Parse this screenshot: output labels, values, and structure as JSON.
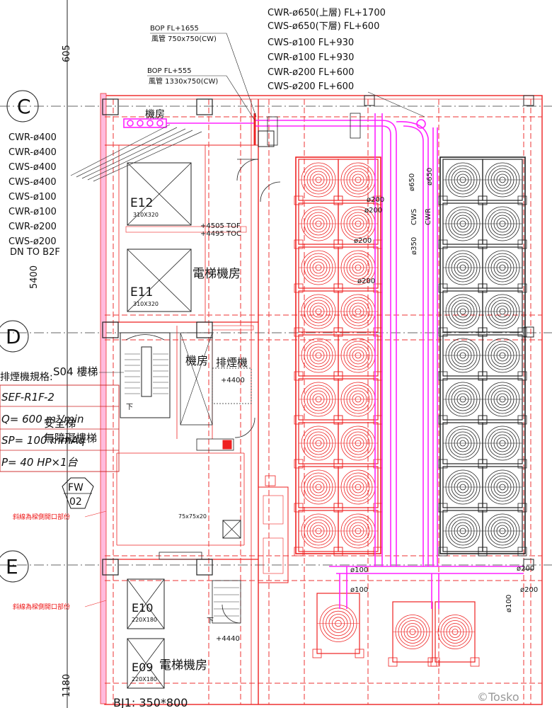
{
  "drawing": {
    "grid_numbers": [
      "605",
      "5400",
      "1180"
    ],
    "grid_letters": [
      "C",
      "D",
      "E"
    ],
    "top_notes": [
      "CWR-ø650(上層) FL+1700",
      "CWS-ø650(下層) FL+600",
      "CWS-ø100 FL+930",
      "CWR-ø100 FL+930",
      "CWR-ø200 FL+600",
      "CWS-ø200 FL+600"
    ],
    "bop_notes": [
      {
        "line1": "BOP FL+1655",
        "line2": "風管 750x750(CW)"
      },
      {
        "line1": "BOP FL+555",
        "line2": "風管 1330x750(CW)"
      }
    ],
    "left_pipes": [
      "CWR-ø400",
      "CWR-ø400",
      "CWS-ø400",
      "CWS-ø400",
      "CWS-ø100",
      "CWR-ø100",
      "CWR-ø200",
      "CWS-ø200",
      "DN TO B2F"
    ],
    "rooms": {
      "machine_room_top": "機房",
      "elevator_e12": "E12",
      "size_e12": "310X320",
      "elevator_e11": "E11",
      "size_e11": "310X320",
      "elevator_machine_room_1": "電梯機房",
      "level_tof": "+4505 TOF",
      "level_toc": "+4495 TOC",
      "stair": "S04 樓梯",
      "machine_room_mid": "機房",
      "smoke_exhaust": "排煙機",
      "level_mid": "+4400",
      "safety_stair": "安全梯",
      "barrier_free_stair": "無障礙樓梯",
      "elevator_e10": "E10",
      "size_e10": "220X180",
      "elevator_e09": "E09",
      "size_e09": "220X180",
      "elevator_machine_room_2": "電梯機房",
      "level_low": "+4440",
      "dim_75": "75x75x20",
      "beam": "BJ1: 350*800",
      "fw_tag": "FW",
      "fw_num": "02",
      "diag_note_1": "斜線為樑側開口部份",
      "diag_note_2": "斜線為樑側開口部份"
    },
    "fan_spec": {
      "title": "排煙機規格:",
      "id": "SEF-R1F-2",
      "flow": "Q= 600 m³/min",
      "pressure": "SP= 100 mmAq",
      "power": "P= 40 HP×1台"
    },
    "pipe_labels": {
      "p200_a": "ø200",
      "p200_b": "ø200",
      "p200_c": "ø200",
      "p200_d": "ø200",
      "p650_a": "ø650",
      "p650_b": "ø650",
      "cws_v": "CWS",
      "cwr_v": "CWR",
      "p350": "ø350",
      "p100_a": "ø100",
      "p100_b": "ø100",
      "p100_c": "ø100",
      "p200_e": "ø200",
      "p200_f": "ø200"
    },
    "watermark": "©Tosko"
  },
  "colors": {
    "red": "#ee2222",
    "magenta": "#ff22ff",
    "black": "#222222"
  }
}
